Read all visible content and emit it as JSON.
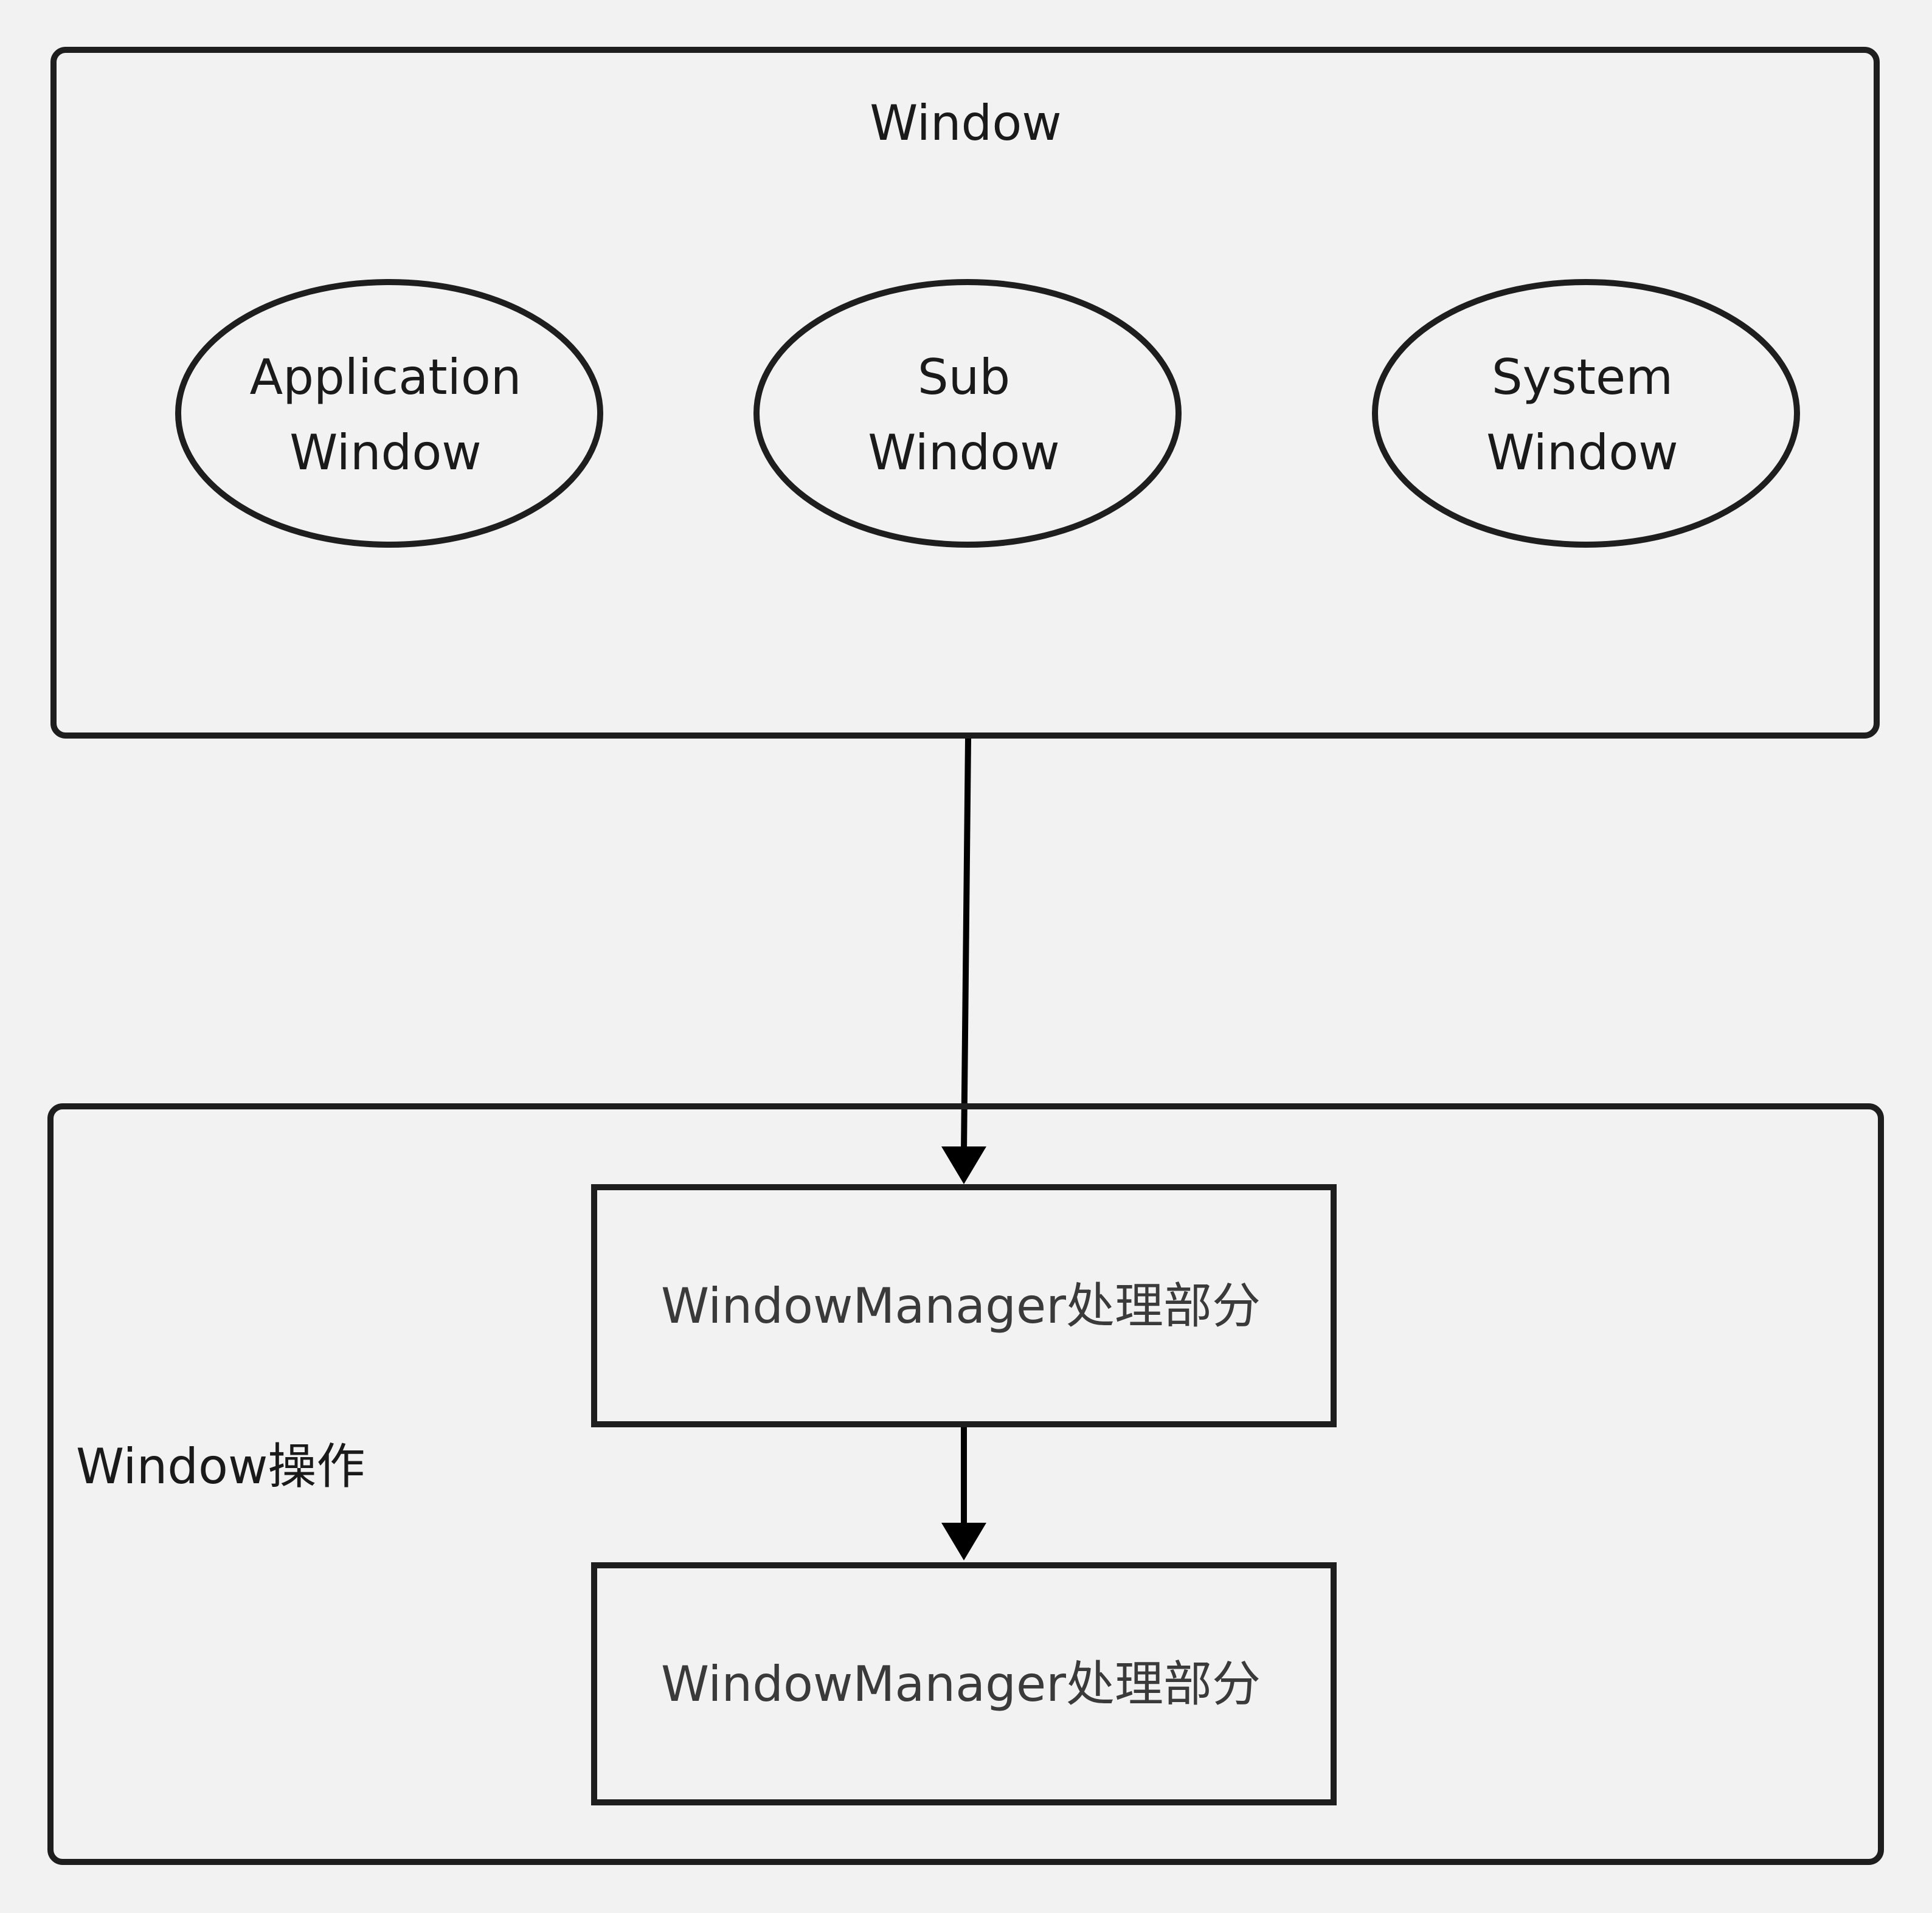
{
  "diagram": {
    "window_group": {
      "title": "Window",
      "nodes": [
        {
          "line1": "Application",
          "line2": "Window"
        },
        {
          "line1": "Sub",
          "line2": "Window"
        },
        {
          "line1": "System",
          "line2": "Window"
        }
      ]
    },
    "operation_group": {
      "title": "Window操作",
      "boxes": [
        {
          "label": "WindowManager处理部分"
        },
        {
          "label": "WindowManager处理部分"
        }
      ]
    },
    "edges": [
      {
        "from": "Window",
        "to": "WindowManager处理部分 (1)"
      },
      {
        "from": "WindowManager处理部分 (1)",
        "to": "WindowManager处理部分 (2)"
      }
    ]
  }
}
